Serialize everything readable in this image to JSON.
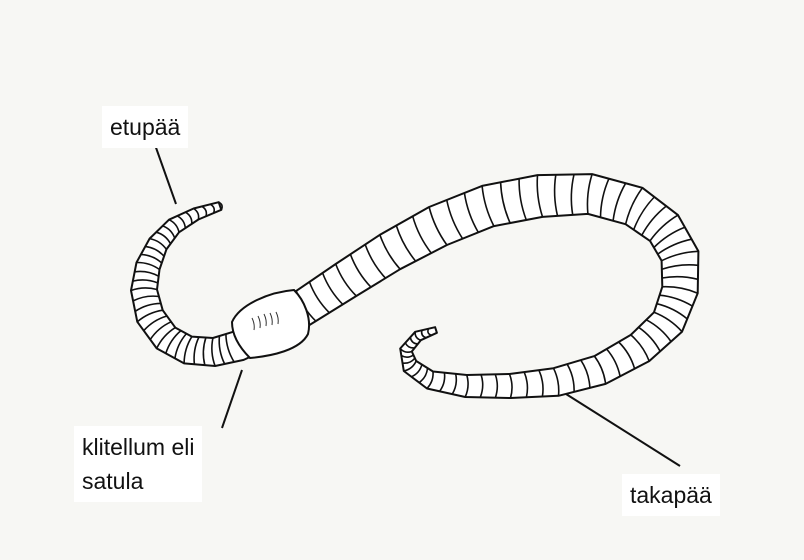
{
  "labels": {
    "front_end": "etupää",
    "clitellum_line1": "klitellum eli",
    "clitellum_line2": "satula",
    "rear_end": "takapää"
  },
  "colors": {
    "background": "#f7f7f4",
    "label_background": "#ffffff",
    "ink": "#111111",
    "worm_fill": "#ffffff"
  },
  "icons": [
    "earthworm-illustration"
  ]
}
